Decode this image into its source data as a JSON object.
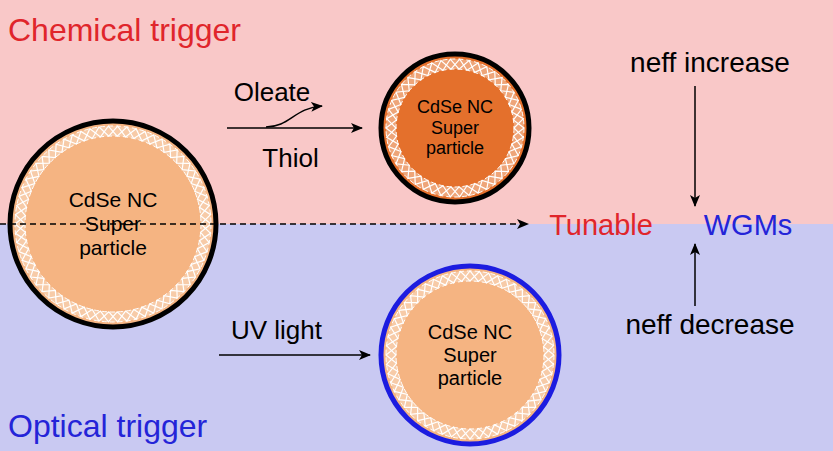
{
  "diagram": {
    "nodes": [
      {
        "text": [
          "Chemical trigger"
        ]
      },
      {
        "text": [
          "CdSe NC Super particle"
        ]
      },
      {
        "text": [
          "CdSe NC Super particle"
        ],
        "in": 0
      },
      {
        "text": [
          "Optical trigger"
        ]
      },
      {
        "text": [
          "CdSe NC Super particle"
        ],
        "in": 3
      }
    ],
    "edges": [
      {
        "from": 1,
        "to": 2,
        "arrow": "to",
        "label": "Thiol"
      },
      {
        "from": 1,
        "to": 4,
        "arrow": "to",
        "label": "UV light"
      }
    ],
    "labels": [
      "Oleate",
      "neff increase",
      "Tunable",
      "WGMs",
      "neff decrease"
    ]
  }
}
